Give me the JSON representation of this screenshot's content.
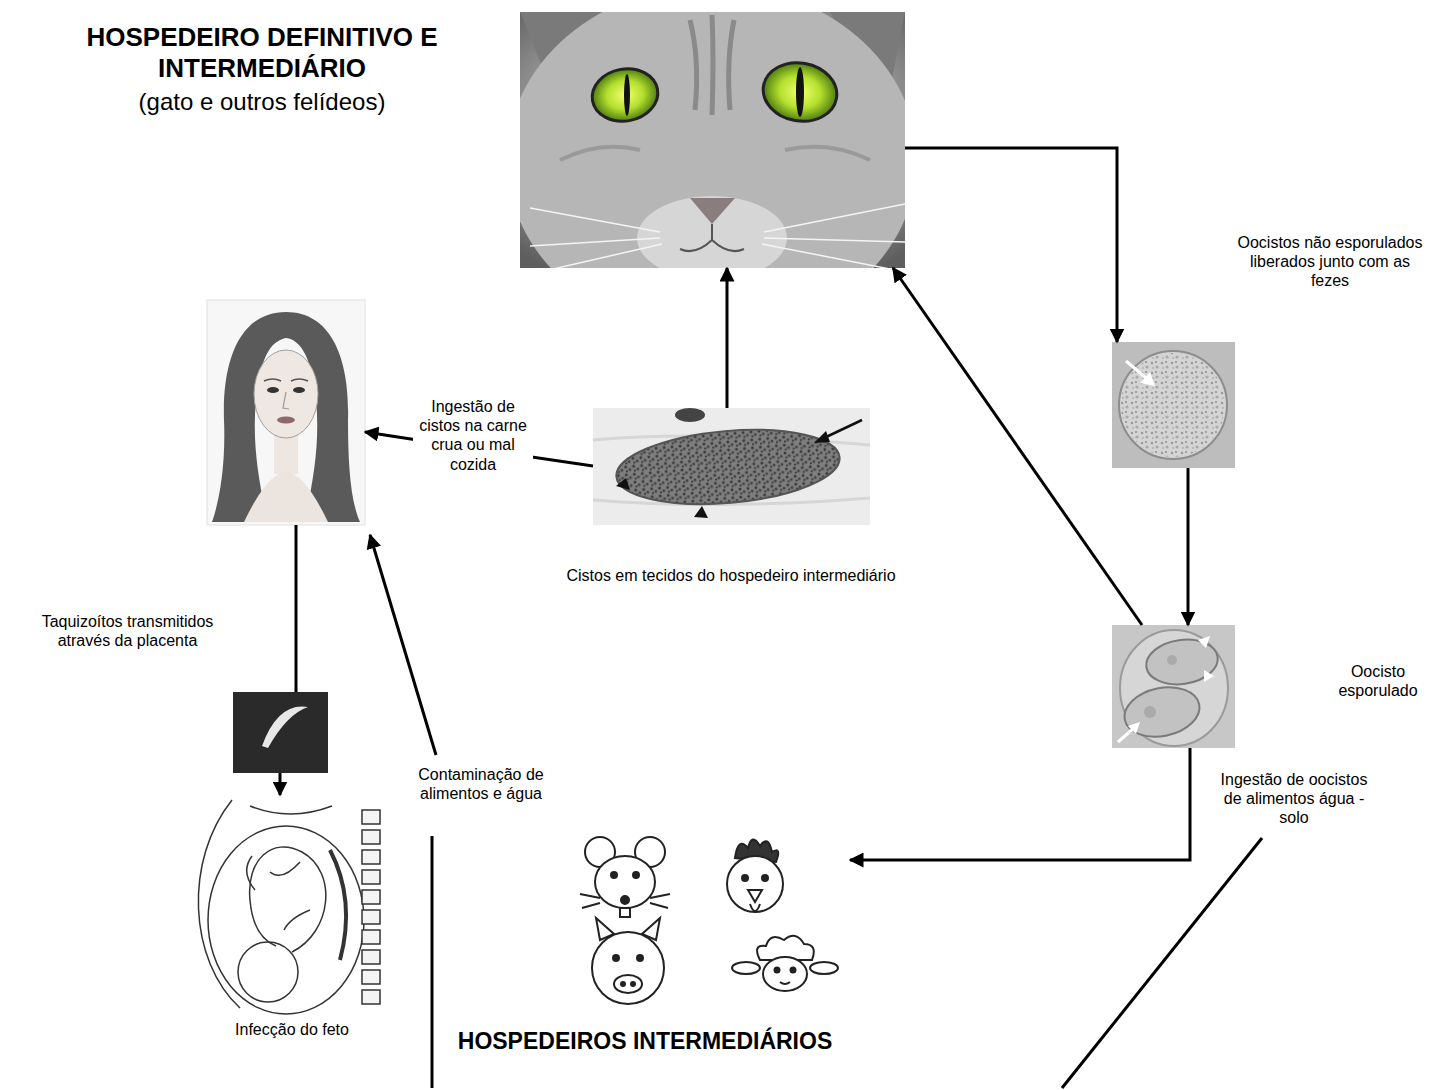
{
  "diagram": {
    "nodes": [
      {
        "text": [
          "HOSPEDEIRO DEFINITIVO E INTERMEDIÁRIO",
          "(gato e outros felídeos)"
        ]
      },
      {
        "text": [
          "Oocistos não esporulados liberados junto com as fezes"
        ]
      },
      {
        "text": [
          "Oocisto esporulado"
        ]
      },
      {
        "text": [
          "HOSPEDEIROS INTERMEDIÁRIOS"
        ]
      },
      {
        "text": [
          "Cistos em tecidos do hospedeiro intermediário"
        ]
      },
      {
        "text": []
      },
      {
        "text": [
          "Taquizoítos transmitidos através da placenta"
        ]
      },
      {
        "text": [
          "Infecção do feto"
        ]
      }
    ],
    "edges": [
      {
        "from": 0,
        "to": 1,
        "arrow": "to"
      },
      {
        "from": 1,
        "to": 2,
        "arrow": "to"
      },
      {
        "from": 2,
        "to": 3,
        "arrow": "to"
      },
      {
        "from": 2,
        "to": 0,
        "arrow": "to"
      },
      {
        "from": 4,
        "to": 0,
        "arrow": "to"
      },
      {
        "from": 4,
        "to": 5,
        "label": "Ingestão de cistos na carne crua ou mal cozida",
        "arrow": "to"
      },
      {
        "from": 5,
        "to": 6,
        "arrow": "none"
      },
      {
        "from": 6,
        "to": 7,
        "arrow": "to"
      }
    ],
    "labels": [
      "Ingestão de oocistos de alimentos água - solo",
      "Contaminação de alimentos e água"
    ]
  }
}
